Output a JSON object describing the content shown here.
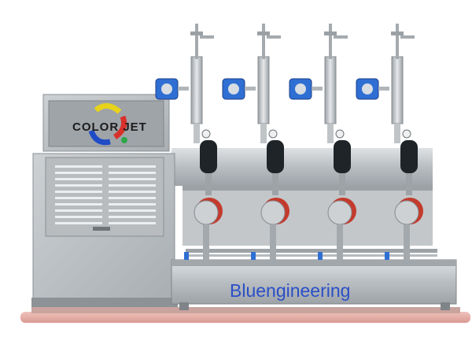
{
  "machine": {
    "logo_text": "COLOR JET",
    "brand_text": "Bluengineering",
    "stations": [
      {
        "id": 1
      },
      {
        "id": 2
      },
      {
        "id": 3
      },
      {
        "id": 4
      }
    ]
  },
  "colors": {
    "steel": "#c8cccf",
    "steel_dark": "#8d9297",
    "base_pink": "#e8b4ad",
    "brand_blue": "#2a4fc8",
    "valve_red": "#c43a2c",
    "transmitter_blue": "#2f6fd3",
    "bottle_black": "#1e2427"
  }
}
